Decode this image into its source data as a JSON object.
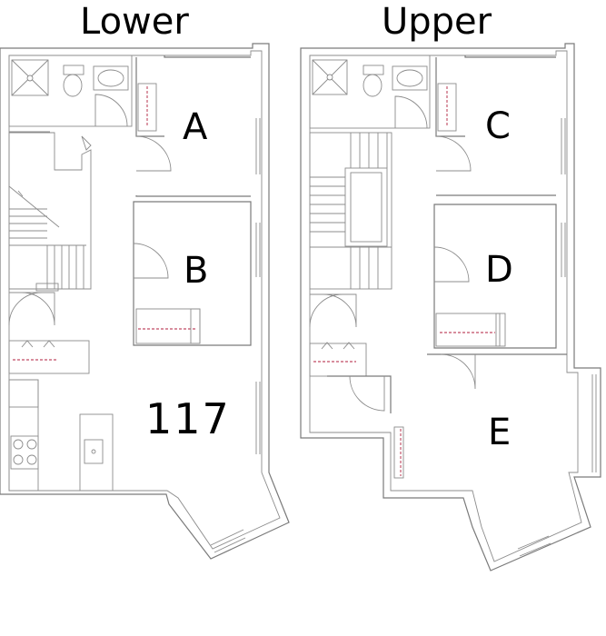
{
  "titles": {
    "lower": "Lower",
    "upper": "Upper"
  },
  "rooms": {
    "a": "A",
    "b": "B",
    "c": "C",
    "d": "D",
    "e": "E",
    "unit": "117"
  }
}
